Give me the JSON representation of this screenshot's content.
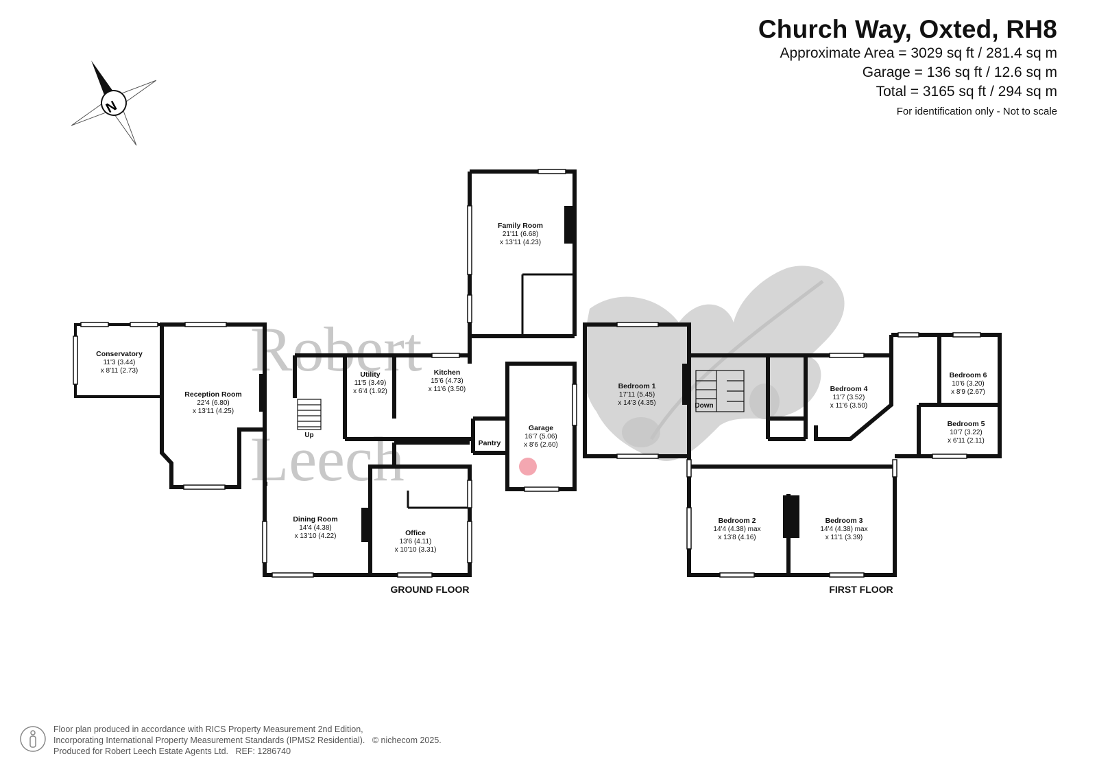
{
  "header": {
    "title": "Church Way, Oxted, RH8",
    "approx_area": "Approximate Area = 3029 sq ft / 281.4 sq m",
    "garage_area": "Garage = 136 sq ft / 12.6 sq m",
    "total_area": "Total = 3165 sq ft / 294 sq m",
    "disclaimer": "For identification only - Not to scale"
  },
  "compass": {
    "label": "N"
  },
  "watermark": {
    "line1": "Robert",
    "line2": "Leech"
  },
  "ground_floor": {
    "label": "GROUND FLOOR",
    "rooms": {
      "conservatory": {
        "name": "Conservatory",
        "dim1": "11'3 (3.44)",
        "dim2": "x 8'11 (2.73)"
      },
      "reception": {
        "name": "Reception Room",
        "dim1": "22'4 (6.80)",
        "dim2": "x 13'11 (4.25)"
      },
      "utility": {
        "name": "Utility",
        "dim1": "11'5 (3.49)",
        "dim2": "x 6'4 (1.92)"
      },
      "kitchen": {
        "name": "Kitchen",
        "dim1": "15'6 (4.73)",
        "dim2": "x 11'6 (3.50)"
      },
      "family": {
        "name": "Family Room",
        "dim1": "21'11 (6.68)",
        "dim2": "x 13'11 (4.23)"
      },
      "garage": {
        "name": "Garage",
        "dim1": "16'7 (5.06)",
        "dim2": "x 8'6 (2.60)"
      },
      "pantry": {
        "name": "Pantry"
      },
      "dining": {
        "name": "Dining Room",
        "dim1": "14'4 (4.38)",
        "dim2": "x 13'10 (4.22)"
      },
      "office": {
        "name": "Office",
        "dim1": "13'6 (4.11)",
        "dim2": "x 10'10 (3.31)"
      }
    },
    "stairs": "Up"
  },
  "first_floor": {
    "label": "FIRST FLOOR",
    "rooms": {
      "bed1": {
        "name": "Bedroom 1",
        "dim1": "17'11 (5.45)",
        "dim2": "x 14'3 (4.35)"
      },
      "bed4": {
        "name": "Bedroom 4",
        "dim1": "11'7 (3.52)",
        "dim2": "x 11'6 (3.50)"
      },
      "bed6": {
        "name": "Bedroom 6",
        "dim1": "10'6 (3.20)",
        "dim2": "x 8'9 (2.67)"
      },
      "bed5": {
        "name": "Bedroom 5",
        "dim1": "10'7 (3.22)",
        "dim2": "x 6'11 (2.11)"
      },
      "bed2": {
        "name": "Bedroom 2",
        "dim1": "14'4 (4.38) max",
        "dim2": "x 13'8 (4.16)"
      },
      "bed3": {
        "name": "Bedroom 3",
        "dim1": "14'4 (4.38) max",
        "dim2": "x 11'1 (3.39)"
      }
    },
    "stairs": "Down"
  },
  "footer": {
    "line1": "Floor plan produced in accordance with RICS Property Measurement 2nd Edition,",
    "line2": "Incorporating International Property Measurement Standards (IPMS2 Residential).",
    "copyright": "© nichecom 2025.",
    "line3": "Produced for Robert Leech Estate Agents Ltd.",
    "ref": "REF:  1286740"
  },
  "colors": {
    "wall": "#111111",
    "watermark": "#c8c8c8",
    "marker": "#f4a7b1",
    "text": "#111111"
  }
}
